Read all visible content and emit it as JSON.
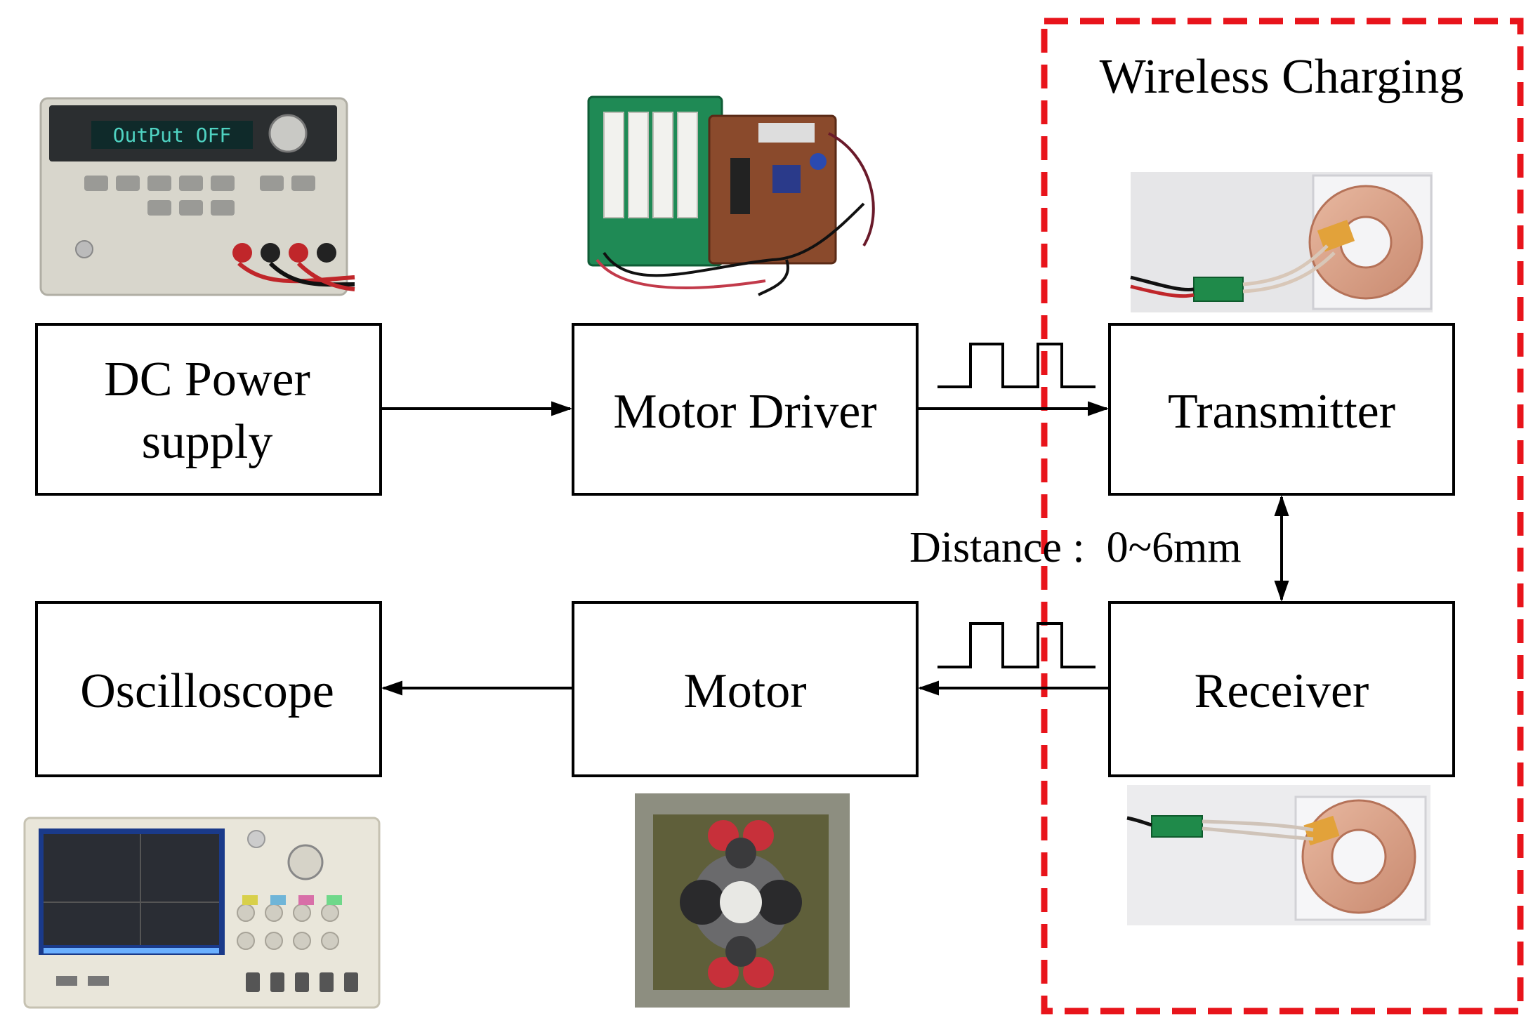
{
  "title": "Wireless Charging",
  "blocks": {
    "dc_power_line1": "DC Power",
    "dc_power_line2": "supply",
    "motor_driver": "Motor Driver",
    "transmitter": "Transmitter",
    "oscilloscope": "Oscilloscope",
    "motor": "Motor",
    "receiver": "Receiver"
  },
  "distance_label": "Distance :  0~6mm",
  "colors": {
    "wireless_boundary": "#e8141b",
    "lines": "#000000"
  },
  "photos": {
    "dc_power_display": "OutPut OFF"
  }
}
